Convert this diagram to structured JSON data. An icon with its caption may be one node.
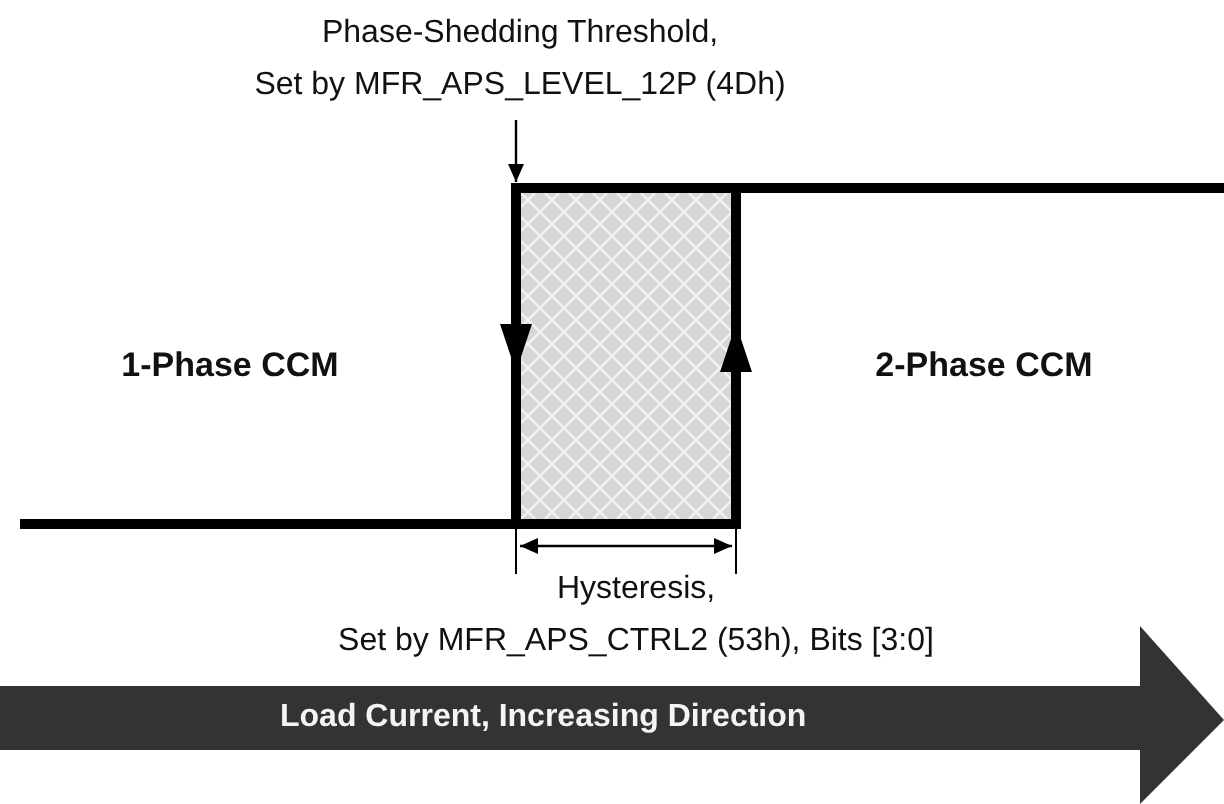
{
  "diagram": {
    "nodes": [
      {
        "text": [
          "Phase-Shedding Threshold, Set by MFR_APS_LEVEL_12P (4Dh)"
        ]
      },
      {
        "text": [],
        "shape": "box"
      },
      {
        "text": [
          "Load Current, Increasing Direction"
        ]
      }
    ],
    "edges": [
      {
        "from": 0,
        "to": 1,
        "arrow": "to"
      }
    ],
    "labels": [
      "1-Phase CCM",
      "2-Phase CCM",
      "Hysteresis, Set by MFR_APS_CTRL2 (53h), Bits [3:0]"
    ]
  }
}
